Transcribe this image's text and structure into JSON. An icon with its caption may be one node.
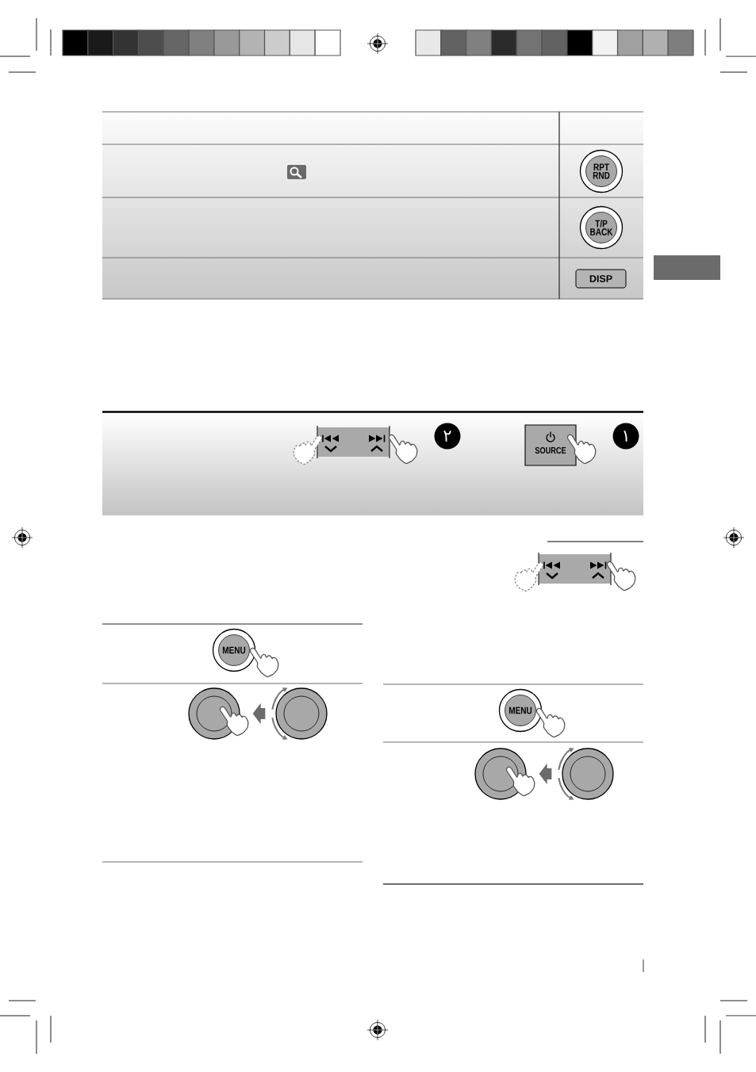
{
  "diagram": {
    "nodes": [
      {
        "text": [
          "RPT RND"
        ]
      },
      {
        "text": [
          "T/P BACK"
        ]
      },
      {
        "text": [],
        "shape": "box"
      },
      {
        "text": [
          "DISP"
        ]
      },
      {
        "text": [
          "١"
        ]
      },
      {
        "text": [
          "SOURCE"
        ]
      },
      {
        "text": [
          "٢"
        ]
      },
      {
        "text": [
          "MENU"
        ]
      },
      {
        "text": [],
        "shape": "circle"
      },
      {
        "text": [],
        "shape": "circle"
      },
      {
        "text": [
          "MENU"
        ]
      },
      {
        "text": [],
        "shape": "circle"
      },
      {
        "text": [],
        "shape": "circle"
      }
    ],
    "edges": [
      {
        "from": 9,
        "to": 8,
        "arrow": "to"
      },
      {
        "from": 12,
        "to": 11,
        "arrow": "to"
      }
    ]
  }
}
